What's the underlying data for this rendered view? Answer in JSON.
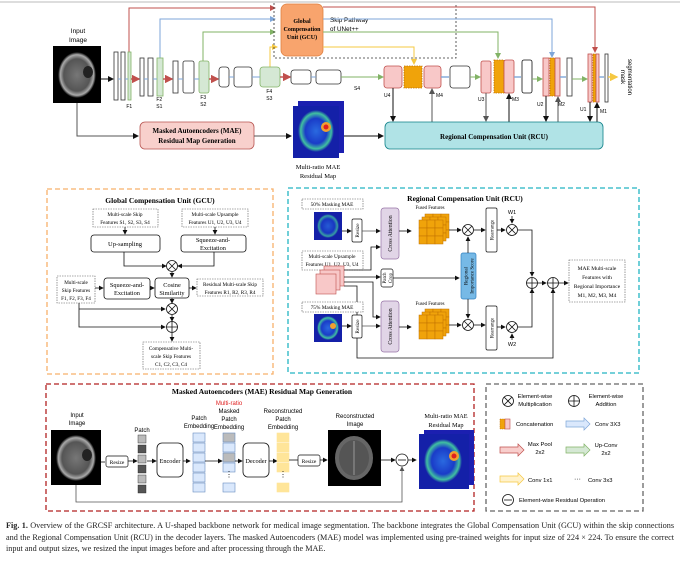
{
  "top": {
    "input_label": [
      "Input",
      "Image"
    ],
    "gcu_label": [
      "Global",
      "Compensation",
      "Unit (GCU)"
    ],
    "skip_pathway": [
      "Skip Pathway",
      "of UNet++"
    ],
    "encoder_labels": {
      "f1": "F1",
      "f2": "F2",
      "s1": "S1",
      "f3": "F3",
      "s2": "S2",
      "f4": "F4",
      "s3": "S3",
      "s4": "S4"
    },
    "decoder_labels": {
      "u4": "U4",
      "m4": "M4",
      "u3": "U3",
      "m3": "M3",
      "u2": "U2",
      "m2": "M2",
      "u1": "U1",
      "m1": "M1"
    },
    "output_label": [
      "segmentation",
      "mask"
    ],
    "mae_box": [
      "Masked Autoencoders (MAE)",
      "Residual Map Generation"
    ],
    "residual_map_label": [
      "Multi-ratio MAE",
      "Residual Map"
    ],
    "rcu_box": "Regional Compensation Unit (RCU)"
  },
  "gcu": {
    "title": "Global Compensation Unit (GCU)",
    "skip_s": [
      "Multi-scale Skip",
      "Features S1, S2, S3, S4"
    ],
    "upsample_u": [
      "Multi-scale Upsample",
      "Features U1, U2, U3, U4"
    ],
    "upsampling": "Up-sampling",
    "se_top": [
      "Squeeze-and-",
      "Excitation"
    ],
    "skip_f": [
      "Multi-scale",
      "Skip Features",
      "F1, F2, F3, F4"
    ],
    "se_left": [
      "Squeeze-and-",
      "Excitation"
    ],
    "cosine": [
      "Cosine",
      "Similarity"
    ],
    "residual": [
      "Residual Multi-scale Skip",
      "Features R1, R2, R3, R4"
    ],
    "compensative": [
      "Compensative Multi-",
      "scale Skip Features",
      "C1, C2, C3, C4"
    ]
  },
  "rcu": {
    "title": "Regional Compensation Unit (RCU)",
    "mask50": "50% Masking MAE",
    "mask75": "75% Masking MAE",
    "upsample": [
      "Multi-scale Upsample",
      "Features U1, U2, U3, U4"
    ],
    "resize": "Resize",
    "cross_attention": "Cross Attention",
    "fused": "Fused Features",
    "patch_crop": [
      "Patch",
      "Crop"
    ],
    "ris": [
      "Regional",
      "Importance Score"
    ],
    "rearrange": "Rearrange",
    "w1": "W1",
    "w2": "W2",
    "output": [
      "MAE Multi-scale",
      "Features with",
      "Regional Importance",
      "M1, M2, M3, M4"
    ]
  },
  "mae": {
    "title": "Masked Autoencoders (MAE) Residual Map Generation",
    "input": [
      "Input",
      "Image"
    ],
    "resize": "Resize",
    "patch": "Patch",
    "encoder": "Encoder",
    "patch_embedding": [
      "Patch",
      "Embedding"
    ],
    "multi_ratio": "Multi-ratio",
    "masked_patch_embedding": [
      "Masked",
      "Patch",
      "Embedding"
    ],
    "decoder": "Decoder",
    "reconstructed_patch": [
      "Reconstructed",
      "Patch",
      "Embedding"
    ],
    "resize2": "Resize",
    "reconstructed_image": [
      "Reconstructed",
      "Image"
    ],
    "residual_map": [
      "Multi-ratio MAE",
      "Residual Map"
    ]
  },
  "legend": {
    "mult": [
      "Element-wise",
      "Multiplication"
    ],
    "add": [
      "Element-wise",
      "Addition"
    ],
    "concat": "Concatenation",
    "conv3x3": "Conv 3X3",
    "maxpool": [
      "Max Pool",
      "2x2"
    ],
    "upconv": [
      "Up-Conv",
      "2x2"
    ],
    "conv1x1": "Conv 1x1",
    "conv3x3_dots": "Conv 3x3",
    "residual_op": "Element-wise Residual Operation"
  },
  "colors": {
    "red": "#c0504d",
    "blue": "#7ea6d8",
    "green": "#82b366",
    "yellow": "#f5d76e",
    "gcu_fill": "#f8a46d",
    "rcu_fill": "#b0e3e6",
    "mae_fill": "#f8d0cc",
    "decoder_pink": "#f8c8c8",
    "concat_orange": "#f0a30a",
    "feature_green": "#d5e8d4",
    "cyan_dash": "#23b5c2",
    "orange_dash": "#f8b06b",
    "darkred_dash": "#b22222",
    "gray_dash": "#666666"
  },
  "caption": {
    "label": "Fig. 1.",
    "text": "Overview of the GRCSF architecture. A U-shaped backbone network for medical image segmentation. The backbone integrates the Global Compensation Unit (GCU) within the skip connections and the Regional Compensation Unit (RCU) in the decoder layers. The masked Autoencoders (MAE) model was implemented using pre-trained weights for input size of 224 × 224. To ensure the correct input and output sizes, we resized the input images before and after processing through the MAE."
  }
}
